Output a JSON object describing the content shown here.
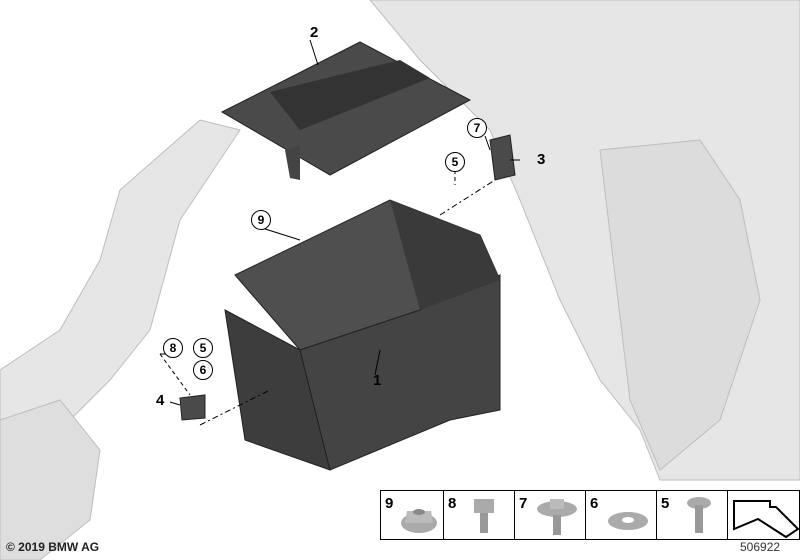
{
  "callouts": {
    "p1": "1",
    "p2": "2",
    "p3": "3",
    "p4": "4",
    "c5a": "5",
    "c5b": "5",
    "c6": "6",
    "c7": "7",
    "c8": "8",
    "c9": "9"
  },
  "legend": [
    {
      "num": "9",
      "part": "flange-nut"
    },
    {
      "num": "8",
      "part": "hex-bolt"
    },
    {
      "num": "7",
      "part": "hex-bolt-with-washer"
    },
    {
      "num": "6",
      "part": "washer"
    },
    {
      "num": "5",
      "part": "countersunk-screw"
    }
  ],
  "copyright": "© 2019 BMW AG",
  "diagram_number": "506922"
}
